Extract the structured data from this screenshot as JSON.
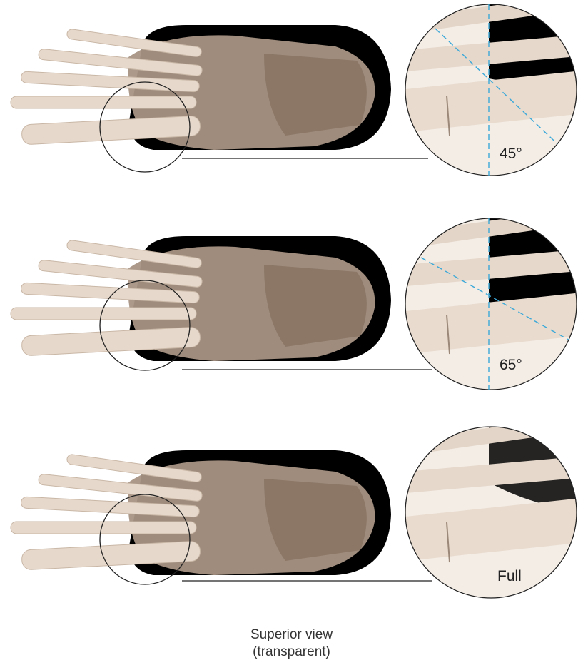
{
  "panels": [
    {
      "label": "45°",
      "angle_deg": 45
    },
    {
      "label": "65°",
      "angle_deg": 65
    },
    {
      "label": "Full",
      "angle_deg": null
    }
  ],
  "caption": {
    "line1": "Superior view",
    "line2": "(transparent)"
  },
  "colors": {
    "bone": "#e6d8cb",
    "bone_shade": "#b9a695",
    "dark_bone": "#8c7766",
    "shadow": "#000000",
    "guide_line": "#3aa8d8",
    "outline": "#222222"
  }
}
